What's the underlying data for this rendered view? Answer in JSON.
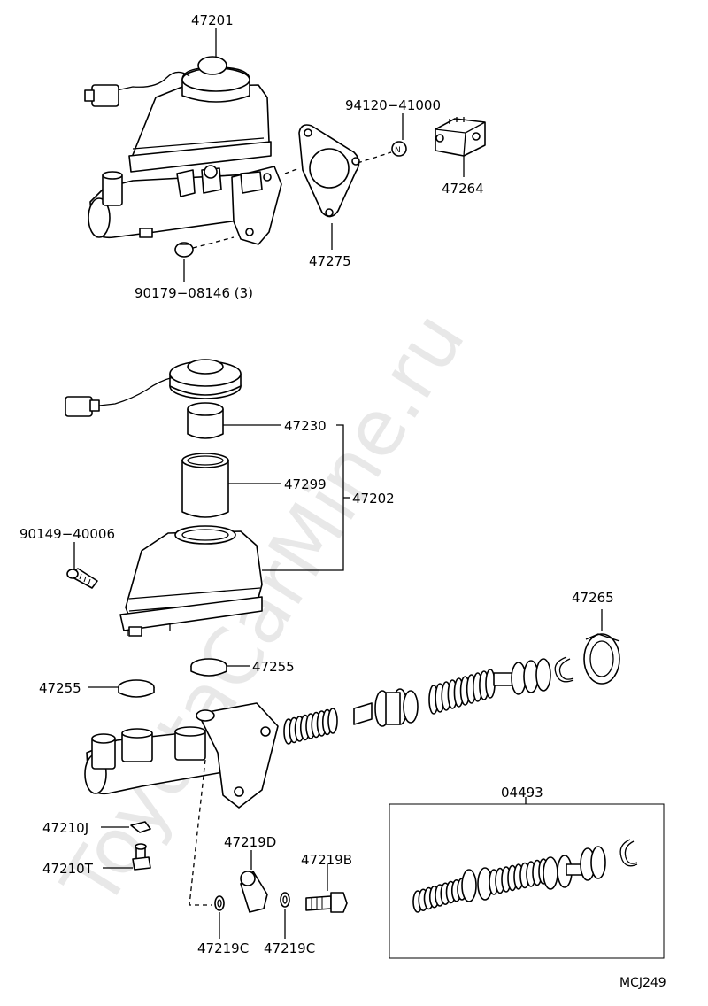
{
  "diagram": {
    "watermark": "ToyotaCarMine.ru",
    "code": "MCJ249",
    "labels": {
      "p47201": "47201",
      "p94120": "94120−41000",
      "p47264": "47264",
      "p47275": "47275",
      "p90179": "90179−08146 (3)",
      "p47230": "47230",
      "p47299": "47299",
      "p47202": "47202",
      "p90149": "90149−40006",
      "p47265": "47265",
      "p47255a": "47255",
      "p47255b": "47255",
      "p04493": "04493",
      "p47210j": "47210J",
      "p47210t": "47210T",
      "p47219d": "47219D",
      "p47219b": "47219B",
      "p47219c1": "47219C",
      "p47219c2": "47219C"
    }
  }
}
